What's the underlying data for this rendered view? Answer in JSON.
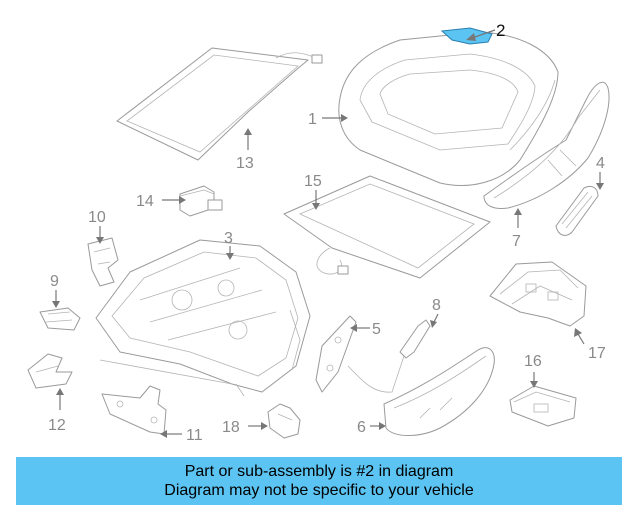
{
  "diagram": {
    "callouts": [
      "1",
      "2",
      "3",
      "4",
      "5",
      "6",
      "7",
      "8",
      "9",
      "10",
      "11",
      "12",
      "13",
      "14",
      "15",
      "16",
      "17",
      "18"
    ],
    "highlighted_part": "2",
    "highlight_color": "#5bc4f2"
  },
  "banner": {
    "line1": "Part or sub-assembly is #2 in diagram",
    "line2": "Diagram may not be specific to your vehicle",
    "background": "#5bc4f2"
  }
}
